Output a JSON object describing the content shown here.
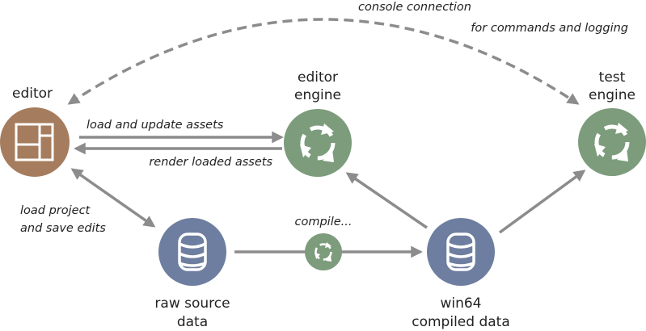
{
  "nodes": {
    "editor": {
      "label": "editor",
      "icon": "layout-icon"
    },
    "editor_engine": {
      "label_line1": "editor",
      "label_line2": "engine",
      "icon": "refresh-cycle-icon"
    },
    "test_engine": {
      "label_line1": "test",
      "label_line2": "engine",
      "icon": "refresh-cycle-icon"
    },
    "raw_source": {
      "label_line1": "raw source",
      "label_line2": "data",
      "icon": "database-icon"
    },
    "win64": {
      "label_line1": "win64",
      "label_line2": "compiled data",
      "icon": "database-icon"
    },
    "compile": {
      "label": "compile...",
      "icon": "refresh-cycle-icon"
    }
  },
  "edges": {
    "console_line1": "console connection",
    "console_line2": "for commands and logging",
    "load_update": "load and update assets",
    "render_loaded": "render loaded assets",
    "load_project_line1": "load project",
    "load_project_line2": "and save edits"
  },
  "colors": {
    "editor": "#a57c5e",
    "engine": "#7c9c7c",
    "data": "#6e7ea0",
    "arrow": "#8c8c8c"
  }
}
